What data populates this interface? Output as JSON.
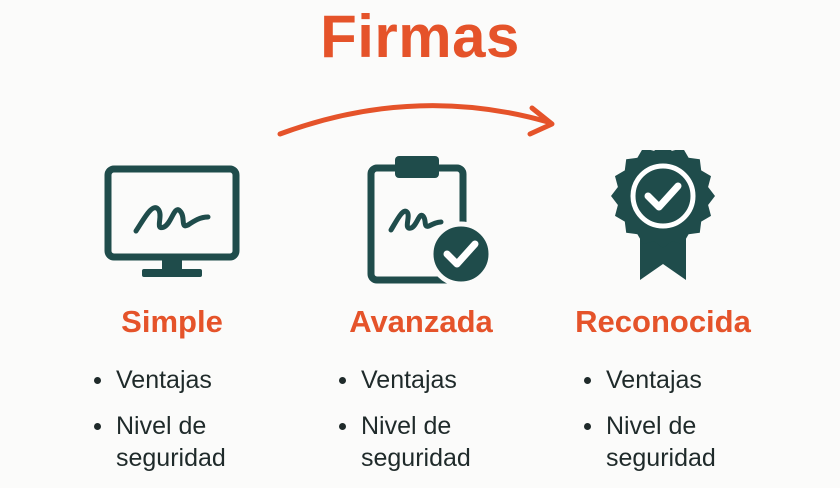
{
  "colors": {
    "accent": "#e5532a",
    "icon": "#1f4c4b",
    "text": "#1f2a2a"
  },
  "title": "Firmas",
  "columns": [
    {
      "icon": "monitor-signature-icon",
      "title": "Simple",
      "items": [
        "Ventajas",
        "Nivel de seguridad"
      ]
    },
    {
      "icon": "clipboard-check-icon",
      "title": "Avanzada",
      "items": [
        "Ventajas",
        "Nivel de seguridad"
      ]
    },
    {
      "icon": "award-badge-icon",
      "title": "Reconocida",
      "items": [
        "Ventajas",
        "Nivel de seguridad"
      ]
    }
  ]
}
